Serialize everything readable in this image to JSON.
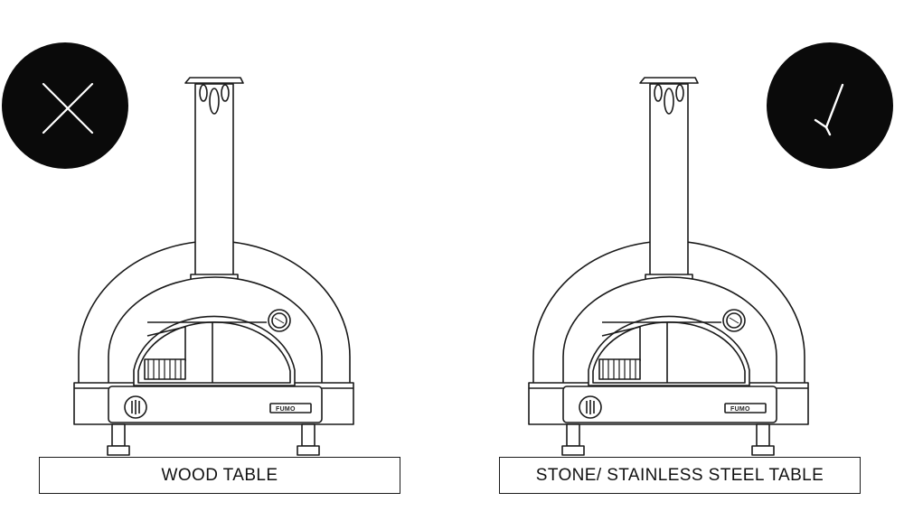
{
  "panels": [
    {
      "verdict": "incorrect",
      "badge_icon": "cross-icon",
      "table_label": "WOOD TABLE",
      "oven_brand": "FUMO"
    },
    {
      "verdict": "correct",
      "badge_icon": "check-icon",
      "table_label": "STONE/ STAINLESS STEEL TABLE",
      "oven_brand": "FUMO"
    }
  ],
  "colors": {
    "badge": "#0a0a0a",
    "line": "#1a1a1a",
    "background": "#ffffff"
  }
}
